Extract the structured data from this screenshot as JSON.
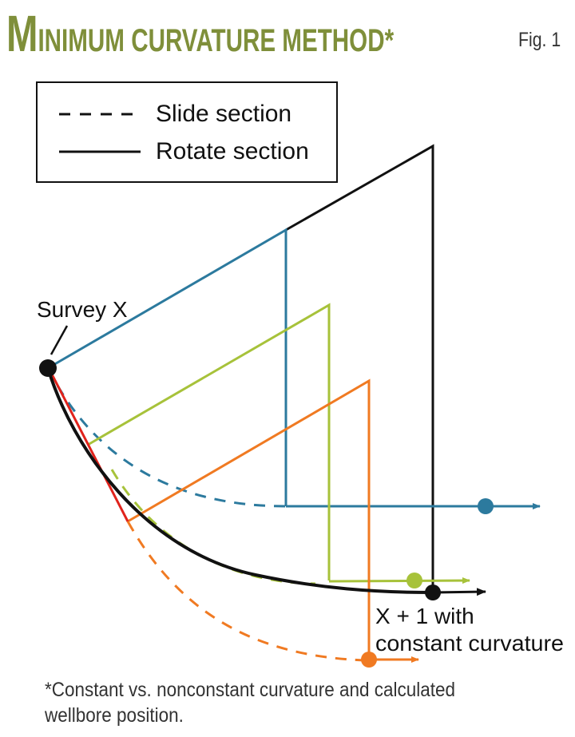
{
  "title": {
    "first_letter": "M",
    "rest": "INIMUM CURVATURE METHOD",
    "mark": "*"
  },
  "figure_label": "Fig. 1",
  "legend": {
    "items": [
      {
        "label": "Slide section",
        "style": "dashed"
      },
      {
        "label": "Rotate section",
        "style": "solid"
      }
    ]
  },
  "labels": {
    "survey": "Survey X",
    "target_line1": "X + 1 with",
    "target_line2": "constant curvature"
  },
  "colors": {
    "title": "#7f8f3a",
    "blue": "#2c7a9e",
    "green": "#a7c23a",
    "orange": "#f07a22",
    "red": "#e0231c",
    "black": "#111111"
  },
  "footnote": "*Constant vs. nonconstant curvature and calculated wellbore position."
}
